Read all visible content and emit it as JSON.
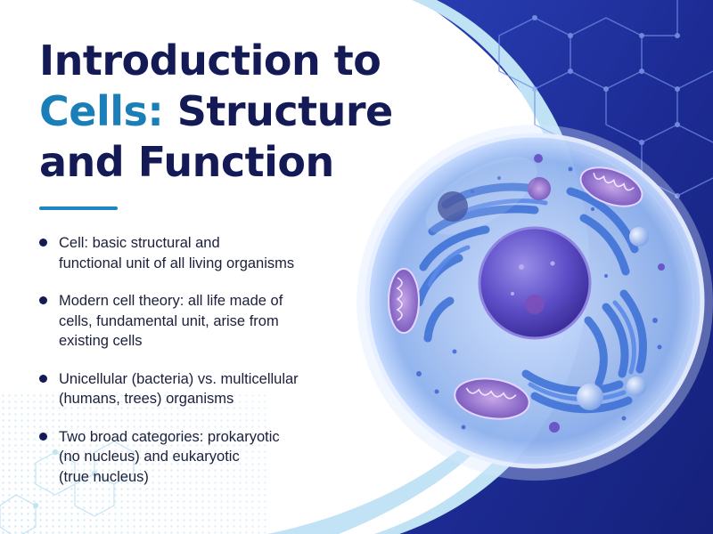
{
  "title": {
    "line1": "Introduction to",
    "accent": "Cells:",
    "line2_rest": "Structure",
    "line3": "and Function"
  },
  "bullets": [
    {
      "lines": [
        "Cell: basic structural and",
        "functional unit of all living organisms"
      ]
    },
    {
      "lines": [
        "Modern cell theory: all life made of",
        "cells, fundamental unit, arise from",
        "existing cells"
      ]
    },
    {
      "lines": [
        "Unicellular (bacteria) vs. multicellular",
        "(humans, trees) organisms"
      ]
    },
    {
      "lines": [
        "Two broad categories: prokaryotic",
        "(no nucleus) and eukaryotic",
        "(true nucleus)"
      ]
    }
  ],
  "colors": {
    "title": "#141a55",
    "accent": "#1a7fb8",
    "background_dark": "#1b2a8c",
    "curve_light": "#bfe3f5"
  },
  "illustration": {
    "subject": "eukaryotic-cell-illustration",
    "icons": [
      "molecule-network-icon",
      "hexagon-pattern-icon"
    ]
  }
}
